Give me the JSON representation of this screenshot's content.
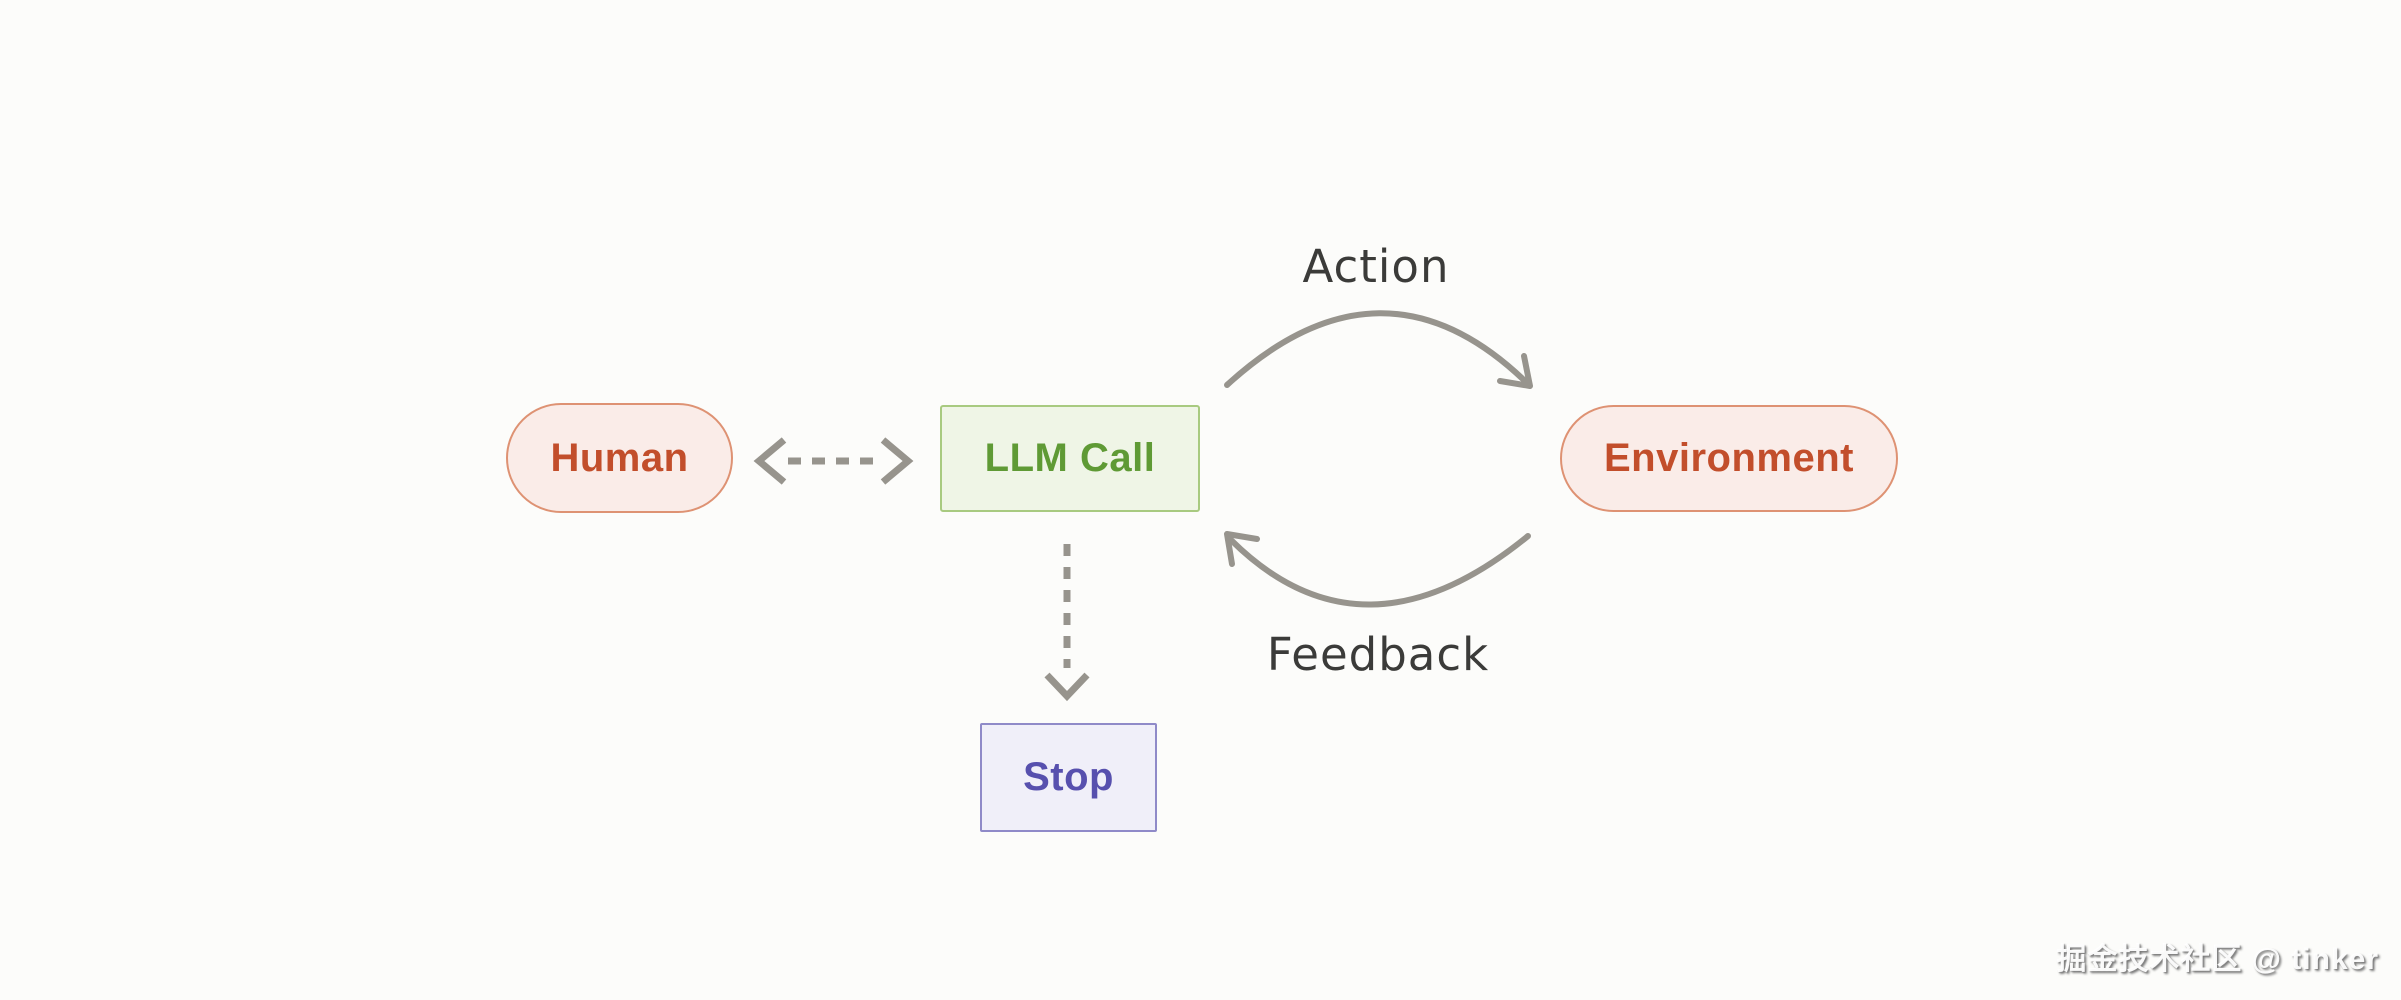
{
  "canvas": {
    "background": "#FCFCFA",
    "arrow_color": "#97948D",
    "edge_label_color": "#3B3B39"
  },
  "nodes": {
    "human": {
      "label": "Human",
      "shape": "pill",
      "bg": "#FAECE8",
      "border": "#DE9273",
      "text_color": "#C24E2B"
    },
    "llm_call": {
      "label": "LLM Call",
      "shape": "rectangle",
      "bg": "#EFF5E6",
      "border": "#A8CA80",
      "text_color": "#5F9A35"
    },
    "environment": {
      "label": "Environment",
      "shape": "pill",
      "bg": "#FAECE8",
      "border": "#DE9273",
      "text_color": "#C24E2B"
    },
    "stop": {
      "label": "Stop",
      "shape": "rectangle",
      "bg": "#F0EFF9",
      "border": "#8F8AC8",
      "text_color": "#5750AE"
    }
  },
  "edges": {
    "human_llm": {
      "from": "human",
      "to": "llm_call",
      "style": "dashed-double-arrow",
      "label": ""
    },
    "llm_stop": {
      "from": "llm_call",
      "to": "stop",
      "style": "dashed-arrow",
      "label": ""
    },
    "action": {
      "from": "llm_call",
      "to": "environment",
      "style": "curved-arrow",
      "label": "Action"
    },
    "feedback": {
      "from": "environment",
      "to": "llm_call",
      "style": "curved-arrow",
      "label": "Feedback"
    }
  },
  "watermark": {
    "text": "掘金技术社区 @ tinker"
  }
}
